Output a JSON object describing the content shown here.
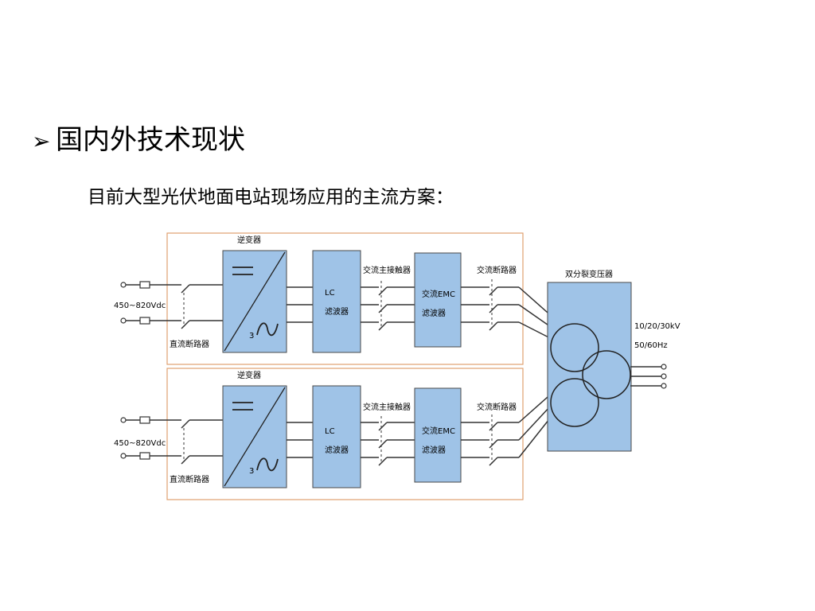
{
  "heading": {
    "bullet": "➢",
    "text": "国内外技术现状"
  },
  "subheading": "目前大型光伏地面电站现场应用的主流方案：",
  "diagram": {
    "branches": [
      {
        "inverter_label": "逆变器",
        "dc_input_label": "450~820Vdc",
        "dc_breaker_label": "直流断路器",
        "inverter_phase_label": "3",
        "lc_filter_line1": "LC",
        "lc_filter_line2": "滤波器",
        "contactor_label": "交流主接触器",
        "emc_line1": "交流EMC",
        "emc_line2": "滤波器",
        "ac_breaker_label": "交流断路器"
      },
      {
        "inverter_label": "逆变器",
        "dc_input_label": "450~820Vdc",
        "dc_breaker_label": "直流断路器",
        "inverter_phase_label": "3",
        "lc_filter_line1": "LC",
        "lc_filter_line2": "滤波器",
        "contactor_label": "交流主接触器",
        "emc_line1": "交流EMC",
        "emc_line2": "滤波器",
        "ac_breaker_label": "交流断路器"
      }
    ],
    "transformer_label": "双分裂变压器",
    "output_voltage": "10/20/30kV",
    "output_frequency": "50/60Hz",
    "colors": {
      "box_fill": "#9fc3e7",
      "frame": "#e0a070"
    }
  }
}
